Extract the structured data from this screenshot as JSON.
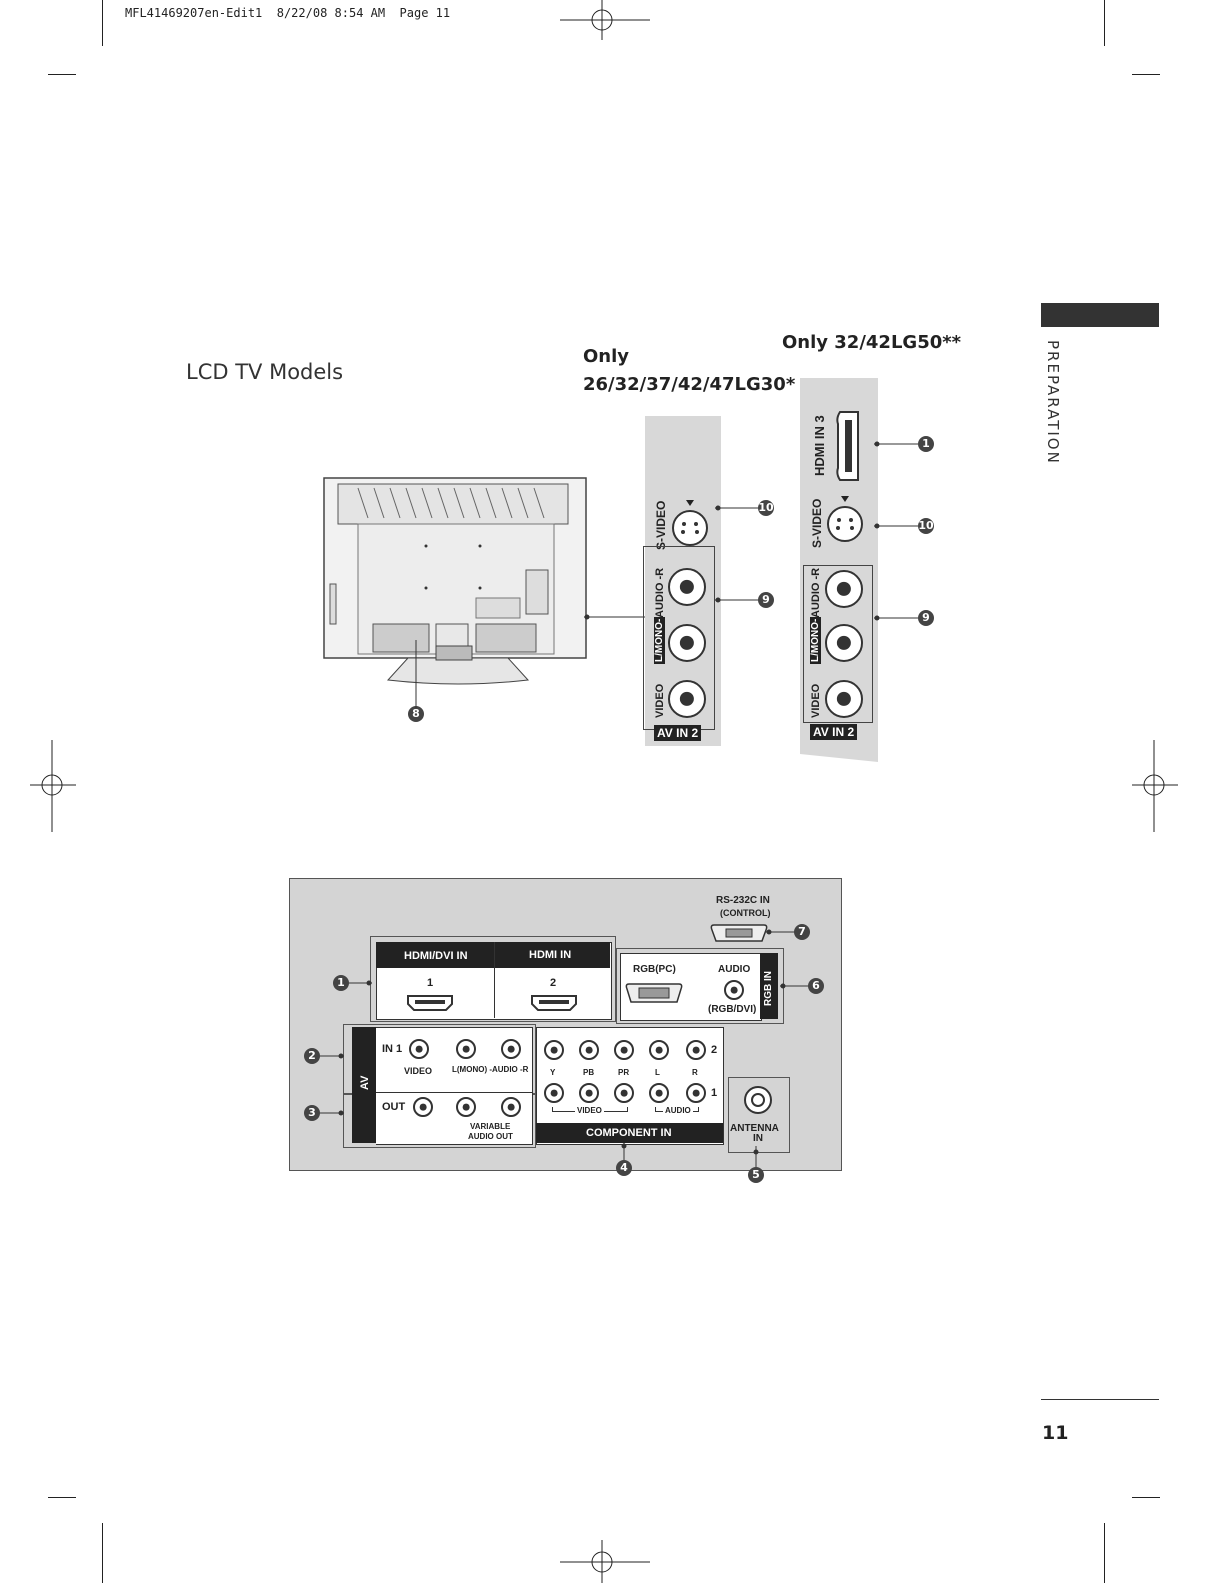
{
  "print_header": "MFL41469207en-Edit1  8/22/08 8:54 AM  Page 11",
  "section_tab": "PREPARATION",
  "section_heading": "LCD TV Models",
  "variant_a": {
    "only_label": "Only",
    "models": "26/32/37/42/47LG30*"
  },
  "variant_b": {
    "models": "Only 32/42LG50**"
  },
  "side_panel_a": {
    "svideo": "S-VIDEO",
    "audio_r": "AUDIO -R",
    "audio_l": "L/MONO-",
    "video": "VIDEO",
    "av_in": "AV IN 2"
  },
  "side_panel_b": {
    "hdmi": "HDMI IN 3",
    "svideo": "S-VIDEO",
    "audio_r": "AUDIO -R",
    "audio_l": "L/MONO-",
    "video": "VIDEO",
    "av_in": "AV IN 2"
  },
  "callouts": {
    "c1": "1",
    "c2": "2",
    "c3": "3",
    "c4": "4",
    "c5": "5",
    "c6": "6",
    "c7": "7",
    "c8": "8",
    "c9": "9",
    "c10": "10"
  },
  "rear_panel": {
    "rs232": "RS-232C IN",
    "rs232_sub": "(CONTROL)",
    "hdmi_dvi": "HDMI/DVI IN",
    "hdmi_in": "HDMI IN",
    "hdmi_1": "1",
    "hdmi_2": "2",
    "rgb_pc": "RGB(PC)",
    "audio": "AUDIO",
    "rgb_dvi": "(RGB/DVI)",
    "rgb_in": "RGB IN",
    "av": "AV",
    "in1": "IN 1",
    "video": "VIDEO",
    "l_mono_audio_r": "L(MONO) -AUDIO -R",
    "out": "OUT",
    "variable": "VARIABLE",
    "audio_out": "AUDIO OUT",
    "y": "Y",
    "pb": "PB",
    "pr": "PR",
    "l": "L",
    "r": "R",
    "row2": "2",
    "row1": "1",
    "comp_video": "VIDEO",
    "comp_audio": "AUDIO",
    "component_in": "COMPONENT IN",
    "antenna": "ANTENNA",
    "antenna_in": "IN"
  },
  "page_number": "11"
}
